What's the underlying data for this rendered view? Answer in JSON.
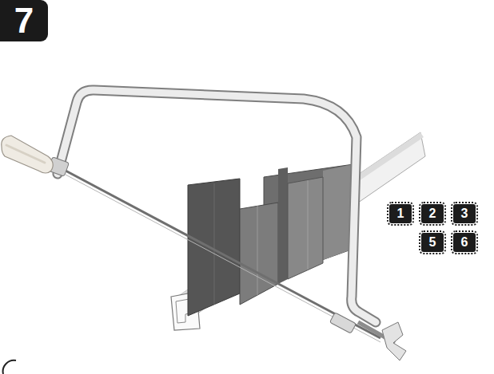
{
  "diagram": {
    "labels": [
      "7",
      "1",
      "2",
      "3",
      "5",
      "6"
    ]
  }
}
